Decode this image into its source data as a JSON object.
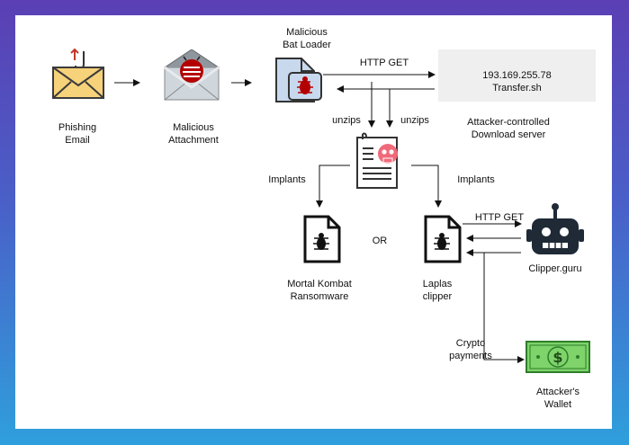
{
  "nodes": {
    "phishing_email": {
      "line1": "Phishing",
      "line2": "Email"
    },
    "malicious_attachment": {
      "line1": "Malicious",
      "line2": "Attachment"
    },
    "bat_loader": {
      "line1": "Malicious",
      "line2": "Bat Loader"
    },
    "download_server": {
      "ip": "193.169.255.78",
      "host": "Transfer.sh",
      "caption1": "Attacker-controlled",
      "caption2": "Download server"
    },
    "mortal_kombat": {
      "line1": "Mortal Kombat",
      "line2": "Ransomware"
    },
    "laplas": {
      "line1": "Laplas",
      "line2": "clipper"
    },
    "clipper_guru": {
      "label": "Clipper.guru"
    },
    "wallet": {
      "line1": "Attacker's",
      "line2": "Wallet"
    }
  },
  "edge_labels": {
    "http_get_top": "HTTP GET",
    "unzips_left": "unzips",
    "unzips_right": "unzips",
    "implants_left": "Implants",
    "implants_right": "Implants",
    "or": "OR",
    "http_get_clipper": "HTTP GET",
    "crypto_line1": "Crypto",
    "crypto_line2": "payments"
  },
  "colors": {
    "envelope": "#f6d27a",
    "envelope_stroke": "#3b3b3b",
    "skull": "#f06a7a",
    "bat_file": "#c8d9ee",
    "red_bug": "#b40000",
    "wallet": "#7ed36a",
    "server_box": "#efefef"
  }
}
